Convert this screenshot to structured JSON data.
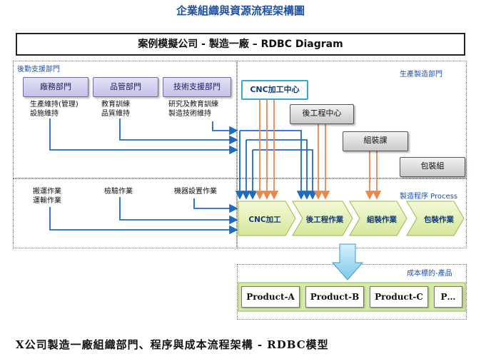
{
  "title": "企業組織與資源流程架構圖",
  "banner": "案例模擬公司 - 製造一廠 – RDBC Diagram",
  "zones": {
    "support": "後勤支援部門",
    "production": "生產製造部門",
    "process": "製造程序 Process",
    "cost": "成本標的-產品"
  },
  "support_depts": [
    {
      "label": "廠務部門",
      "notes": [
        "生產維持(管理)",
        "設施維持"
      ]
    },
    {
      "label": "品管部門",
      "notes": [
        "教育訓練",
        "品質維持"
      ]
    },
    {
      "label": "技術支援部門",
      "notes": [
        "研究及教育訓練",
        "製造技術維持"
      ]
    }
  ],
  "support_tasks": [
    {
      "lines": [
        "搬運作業",
        "運輸作業"
      ]
    },
    {
      "lines": [
        "檢驗作業"
      ]
    },
    {
      "lines": [
        "機器設置作業"
      ]
    }
  ],
  "production_units": {
    "cnc_center": "CNC加工中心",
    "post_center": "後工程中心",
    "assembly": "組裝課",
    "packing": "包裝組"
  },
  "process_steps": [
    "CNC加工",
    "後工程作業",
    "組裝作業",
    "包裝作業"
  ],
  "products": [
    "Product-A",
    "Product-B",
    "Product-C",
    "P…"
  ],
  "caption": "X公司製造一廠組織部門、程序與成本流程架構 - RDBC模型"
}
